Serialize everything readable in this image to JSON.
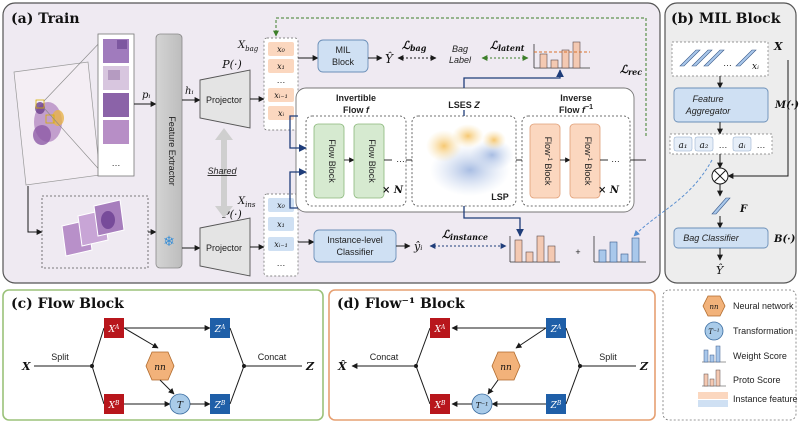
{
  "panels": {
    "train": "(a) Train",
    "mil": "(b) MIL Block",
    "flow": "(c) Flow Block",
    "inv": "(d) Flow⁻¹ Block"
  },
  "train": {
    "p_i": "pᵢ",
    "h_i": "hᵢ",
    "feature_extractor": "Feature Extractor",
    "projector": "Projector",
    "p_func": "P(·)",
    "shared": "Shared",
    "x_bag": "X_bag",
    "x_ins": "X_ins",
    "bag_tokens": [
      "x₀",
      "x₁",
      "…",
      "xᵢ₋₁",
      "xᵢ"
    ],
    "ins_tokens": [
      "x₀",
      "x₁",
      "xᵢ₋₁",
      "…"
    ],
    "mil_block": "MIL Block",
    "y_hat": "Ŷ",
    "l_bag": "ℒ_bag",
    "bag_label": "Bag Label",
    "l_latent": "ℒ_latent",
    "l_rec": "ℒ_rec",
    "invertible_flow": "Invertible Flow f",
    "lses": "LSES Z",
    "inverse_flow": "Inverse Flow f⁻¹",
    "flow_block": "Flow Block",
    "inv_flow_block": "Flow⁻¹ Block",
    "times_n": "× N",
    "lsp": "LSP",
    "instance_classifier": "Instance-level Classifier",
    "y_i_hat": "ŷᵢ",
    "l_instance": "ℒ_instance",
    "plus": "+"
  },
  "mil": {
    "x": "X",
    "x_i": "xᵢ",
    "feature_aggregator": "Feature Aggregator",
    "m_func": "M(·)",
    "weights": [
      "a₁",
      "a₂",
      "…",
      "aᵢ",
      "…"
    ],
    "f": "F",
    "bag_classifier": "Bag Classifier",
    "b_func": "B(·)",
    "y_hat": "Ŷ"
  },
  "flow_block": {
    "x": "X",
    "split": "Split",
    "xa": "X^A",
    "xb": "X^B",
    "nn": "nn",
    "t": "T",
    "za": "Z^A",
    "zb": "Z^B",
    "concat": "Concat",
    "z": "Z"
  },
  "inv_block": {
    "x_hat": "X̂",
    "concat": "Concat",
    "xa": "X^A",
    "xb": "X^B",
    "nn": "nn",
    "t_inv": "T⁻¹",
    "za": "Z^A",
    "zb": "Z^B",
    "split": "Split",
    "z": "Z"
  },
  "legend": {
    "nn": "nn",
    "neural_network": "Neural network",
    "t_inv": "T⁻¹",
    "transformation": "Transformation",
    "weight_score": "Weight Score",
    "proto_score": "Proto Score",
    "instance_feature": "Instance feature"
  },
  "colors": {
    "train_bg": "#efeaf2",
    "mil_bg": "#ededed",
    "flow_border": "#9bc27a",
    "inv_border": "#e6a072",
    "orange_fill": "#fbd7bf",
    "blue_fill": "#cfe0f3",
    "red_box": "#b8161c",
    "blue_box": "#1f5fa8",
    "nn_fill": "#f2b27a",
    "t_fill": "#a9cbe9"
  }
}
